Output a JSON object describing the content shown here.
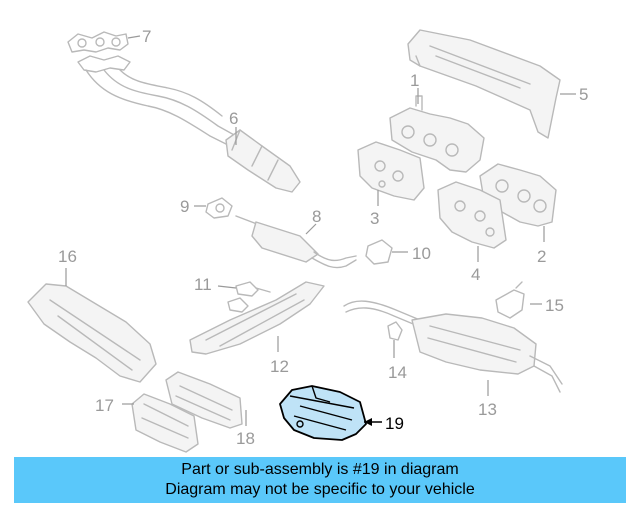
{
  "diagram": {
    "callouts": [
      {
        "id": "1",
        "label": "1"
      },
      {
        "id": "2",
        "label": "2"
      },
      {
        "id": "3",
        "label": "3"
      },
      {
        "id": "4",
        "label": "4"
      },
      {
        "id": "5",
        "label": "5"
      },
      {
        "id": "6",
        "label": "6"
      },
      {
        "id": "7",
        "label": "7"
      },
      {
        "id": "8",
        "label": "8"
      },
      {
        "id": "9",
        "label": "9"
      },
      {
        "id": "10",
        "label": "10"
      },
      {
        "id": "11",
        "label": "11"
      },
      {
        "id": "12",
        "label": "12"
      },
      {
        "id": "13",
        "label": "13"
      },
      {
        "id": "14",
        "label": "14"
      },
      {
        "id": "15",
        "label": "15"
      },
      {
        "id": "16",
        "label": "16"
      },
      {
        "id": "17",
        "label": "17"
      },
      {
        "id": "18",
        "label": "18"
      },
      {
        "id": "19",
        "label": "19",
        "highlighted": true
      }
    ],
    "highlight_color": "#bfe3f7"
  },
  "banner": {
    "line1": "Part or sub-assembly is #19 in diagram",
    "line2": "Diagram may not be specific to your vehicle",
    "background": "#5ac8fa"
  }
}
